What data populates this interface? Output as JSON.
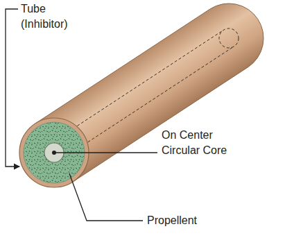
{
  "diagram": {
    "labels": [
      "Tube (Inhibitor)",
      "On Center Circular Core",
      "Propellent"
    ]
  }
}
